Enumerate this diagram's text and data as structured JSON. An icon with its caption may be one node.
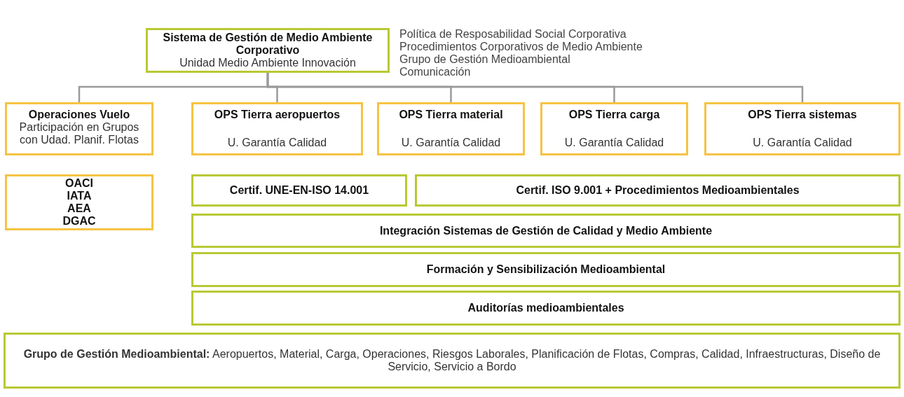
{
  "diagram": {
    "nodes": [
      {
        "text": [
          "Sistema de Gestión de Medio Ambiente Corporativo",
          "Unidad Medio Ambiente Innovación"
        ],
        "beside": [
          "Política de Resposabilidad Social Corporativa",
          "Procedimientos Corporativos de Medio Ambiente",
          "Grupo de Gestión Medioambiental",
          "Comunicación"
        ]
      },
      {
        "text": [
          "Operaciones Vuelo",
          "Participación en Grupos con Udad. Planif. Flotas"
        ]
      },
      {
        "text": [
          "OPS Tierra aeropuertos",
          "U. Garantía Calidad"
        ]
      },
      {
        "text": [
          "OPS Tierra material",
          "U. Garantía Calidad"
        ]
      },
      {
        "text": [
          "OPS Tierra carga",
          "U. Garantía Calidad"
        ]
      },
      {
        "text": [
          "OPS Tierra sistemas",
          "U. Garantía Calidad"
        ]
      },
      {
        "text": [
          "OACI",
          "IATA",
          "AEA",
          "DGAC"
        ]
      },
      {
        "text": [
          "Certif. UNE-EN-ISO 14.001"
        ]
      },
      {
        "text": [
          "Certif. ISO 9.001 + Procedimientos Medioambientales"
        ]
      },
      {
        "text": [
          "Integración Sistemas de Gestión de Calidad y Medio Ambiente"
        ]
      },
      {
        "text": [
          "Formación y Sensibilización Medioambiental"
        ]
      },
      {
        "text": [
          "Auditorías medioambientales"
        ]
      },
      {
        "text": [
          "**Grupo de Gestión Medioambiental:** Aeropuertos, Material, Carga, Operaciones, Riesgos Laborales, Planificación de Flotas, Compras, Calidad, Infraestructuras, Diseño de Servicio, Servicio a Bordo"
        ]
      }
    ],
    "edges": [
      {
        "from": 0,
        "to": 1,
        "arrow": "none"
      },
      {
        "from": 0,
        "to": 2,
        "arrow": "none"
      },
      {
        "from": 0,
        "to": 3,
        "arrow": "none"
      },
      {
        "from": 0,
        "to": 4,
        "arrow": "none"
      },
      {
        "from": 0,
        "to": 5,
        "arrow": "none"
      }
    ]
  }
}
